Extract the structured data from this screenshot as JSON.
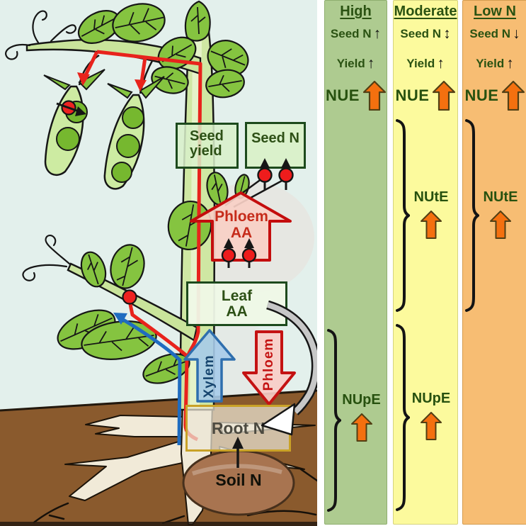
{
  "plant_panel": {
    "seed_yield_box": {
      "line1": "Seed",
      "line2": "yield"
    },
    "seed_n_box": {
      "label": "Seed N"
    },
    "phloem_aa_arrow": {
      "line1": "Phloem",
      "line2": "AA"
    },
    "leaf_aa_box": {
      "line1": "Leaf",
      "line2": "AA"
    },
    "xylem_arrow": {
      "label": "Xylem"
    },
    "phloem_down_arrow": {
      "label": "Phloem"
    },
    "root_n_box": {
      "label": "Root N"
    },
    "soil_n_ellipse": {
      "label": "Soil N"
    }
  },
  "columns": [
    {
      "header": "High",
      "seed_n": {
        "label": "Seed N",
        "arrow": "↑"
      },
      "yield": {
        "label": "Yield",
        "arrow": "↑"
      },
      "nue": {
        "label": "NUE"
      },
      "nupe": {
        "label": "NUpE"
      }
    },
    {
      "header": "Moderate",
      "seed_n": {
        "label": "Seed N",
        "arrow": "↕"
      },
      "yield": {
        "label": "Yield",
        "arrow": "↑"
      },
      "nue": {
        "label": "NUE"
      },
      "nute": {
        "label": "NUtE"
      },
      "nupe": {
        "label": "NUpE"
      }
    },
    {
      "header": "Low N",
      "seed_n": {
        "label": "Seed N",
        "arrow": "↓"
      },
      "yield": {
        "label": "Yield",
        "arrow": "↑"
      },
      "nue": {
        "label": "NUE"
      },
      "nute": {
        "label": "NUtE"
      }
    }
  ],
  "colors": {
    "sky": "#e3f0ec",
    "soil": "#8a5a2d",
    "leaf_green": "#85c440",
    "stem_green": "#cfe7a3",
    "phloem_red": "#e8231c",
    "xylem_blue": "#1f6cc0",
    "accent_orange": "#f4700f",
    "column_high_bg": "#aecb90",
    "column_moderate_bg": "#fcfa9d",
    "column_low_bg": "#f7bd73",
    "dark_green_text": "#2a5212"
  }
}
